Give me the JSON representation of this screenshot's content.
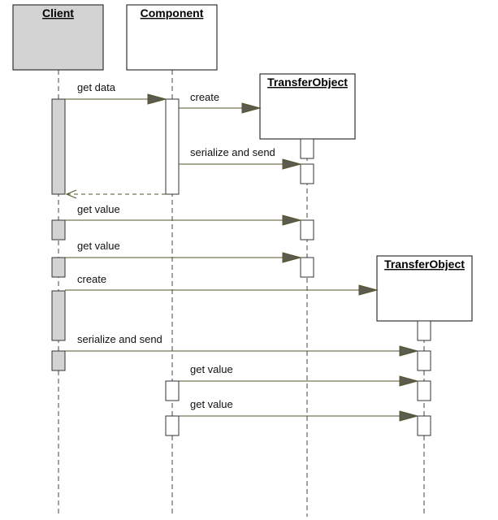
{
  "participants": [
    {
      "id": "client",
      "name": "Client",
      "fill": "#d3d3d3"
    },
    {
      "id": "component",
      "name": "Component",
      "fill": "#ffffff"
    },
    {
      "id": "transfer_object_1",
      "name": "TransferObject",
      "fill": "#ffffff"
    },
    {
      "id": "transfer_object_2",
      "name": "TransferObject",
      "fill": "#ffffff"
    }
  ],
  "messages": [
    {
      "from": "client",
      "to": "component",
      "label": "get data",
      "kind": "call"
    },
    {
      "from": "component",
      "to": "transfer_object_1",
      "label": "create",
      "kind": "create"
    },
    {
      "from": "component",
      "to": "transfer_object_1",
      "label": "serialize and send",
      "kind": "call"
    },
    {
      "from": "component",
      "to": "client",
      "label": "",
      "kind": "return"
    },
    {
      "from": "client",
      "to": "transfer_object_1",
      "label": "get value",
      "kind": "call"
    },
    {
      "from": "client",
      "to": "transfer_object_1",
      "label": "get value",
      "kind": "call"
    },
    {
      "from": "client",
      "to": "transfer_object_2",
      "label": "create",
      "kind": "create"
    },
    {
      "from": "client",
      "to": "transfer_object_2",
      "label": "serialize and send",
      "kind": "call"
    },
    {
      "from": "component",
      "to": "transfer_object_2",
      "label": "get value",
      "kind": "call"
    },
    {
      "from": "component",
      "to": "transfer_object_2",
      "label": "get value",
      "kind": "call"
    }
  ],
  "colors": {
    "message_line": "#55552a",
    "arrow_head": "#5b5b4f",
    "client_fill": "#d3d3d3",
    "activation_client": "#d3d3d3",
    "activation_other": "#ffffff"
  }
}
